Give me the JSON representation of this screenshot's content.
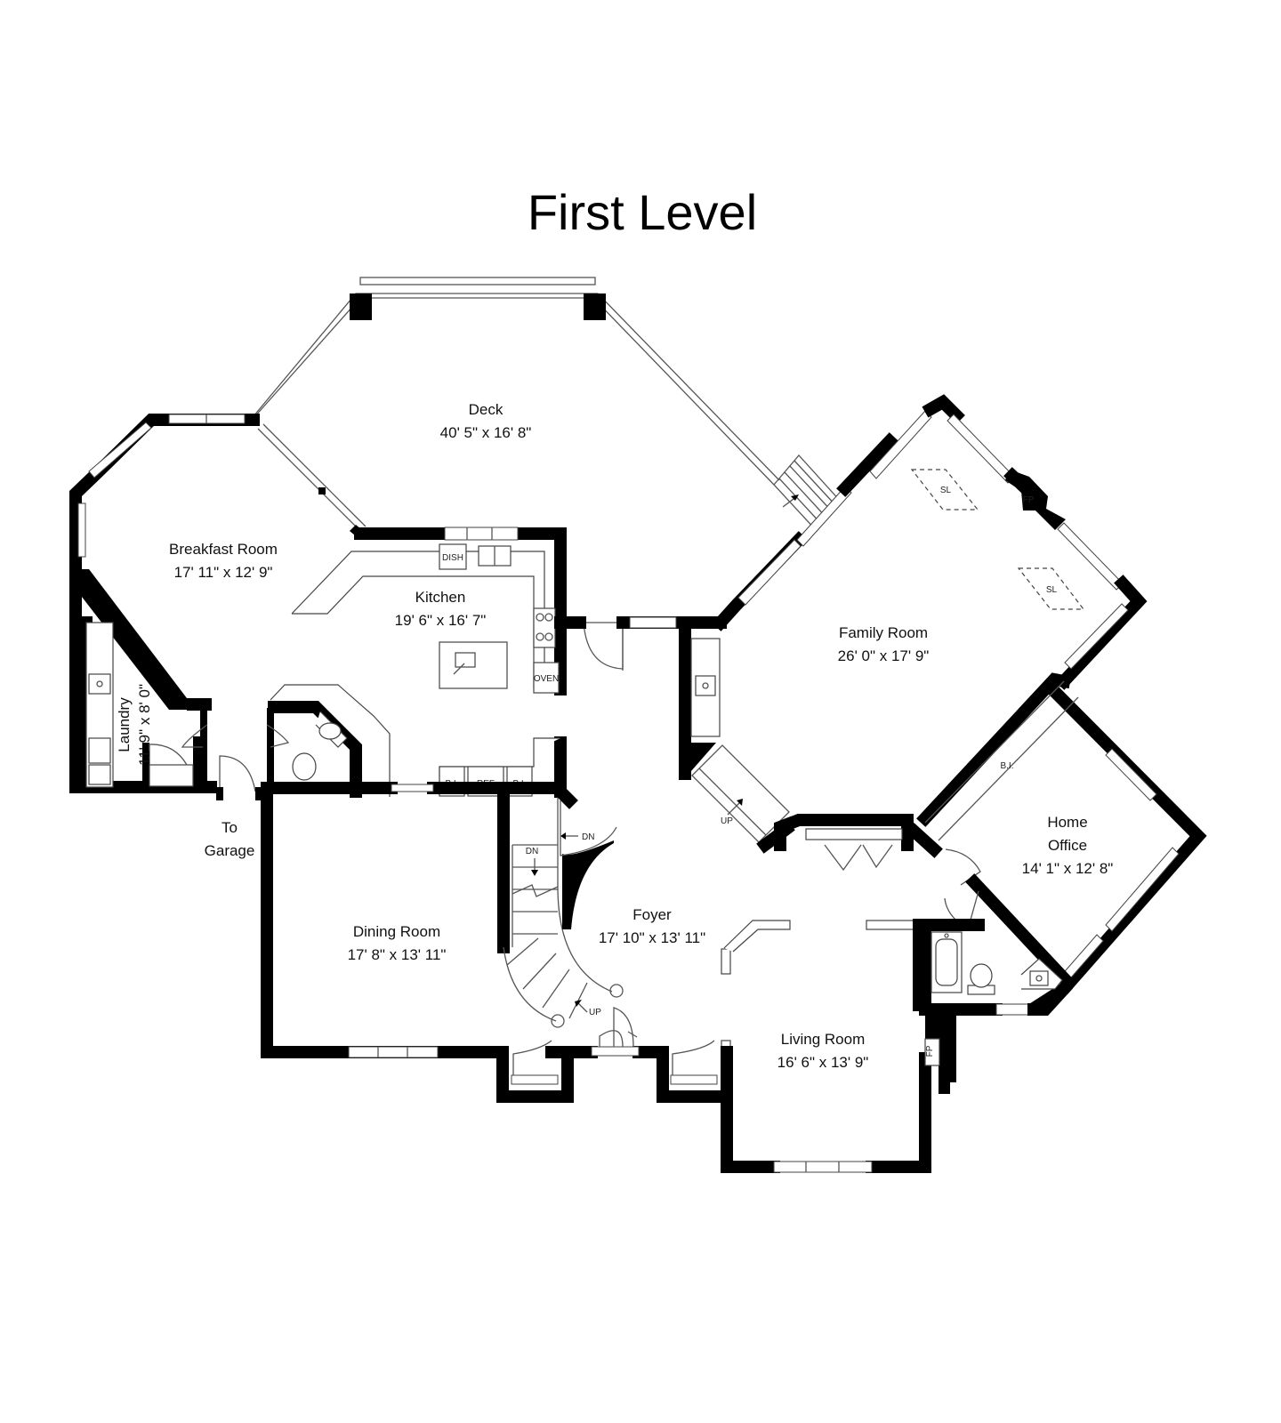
{
  "title": "First Level",
  "rooms": {
    "deck": {
      "name": "Deck",
      "dims": "40' 5\" x 16' 8\""
    },
    "breakfast": {
      "name": "Breakfast Room",
      "dims": "17' 11\" x 12' 9\""
    },
    "kitchen": {
      "name": "Kitchen",
      "dims": "19' 6\" x 16' 7\""
    },
    "family": {
      "name": "Family Room",
      "dims": "26' 0\" x 17' 9\""
    },
    "laundry": {
      "name": "Laundry",
      "dims": "11' 9\" x 8' 0\""
    },
    "office": {
      "line1": "Home",
      "line2": "Office",
      "dims": "14' 1\" x 12' 8\""
    },
    "dining": {
      "name": "Dining Room",
      "dims": "17' 8\" x 13' 11\""
    },
    "foyer": {
      "name": "Foyer",
      "dims": "17' 10\" x 13' 11\""
    },
    "living": {
      "name": "Living Room",
      "dims": "16' 6\" x 13' 9\""
    }
  },
  "garage": {
    "line1": "To",
    "line2": "Garage"
  },
  "labels": {
    "dish": "DISH",
    "oven": "OVEN",
    "ref": "REF",
    "bi": "B.I.",
    "sl": "SL",
    "fp": "FP",
    "dn": "DN",
    "up": "UP"
  },
  "colors": {
    "wall": "#000000",
    "background": "#ffffff"
  }
}
